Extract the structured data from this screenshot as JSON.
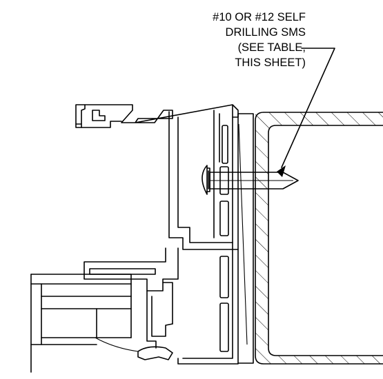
{
  "callout": {
    "lines": [
      "#10 OR #12  SELF",
      "DRILLING SMS",
      "(SEE TABLE,",
      "THIS SHEET)"
    ]
  }
}
